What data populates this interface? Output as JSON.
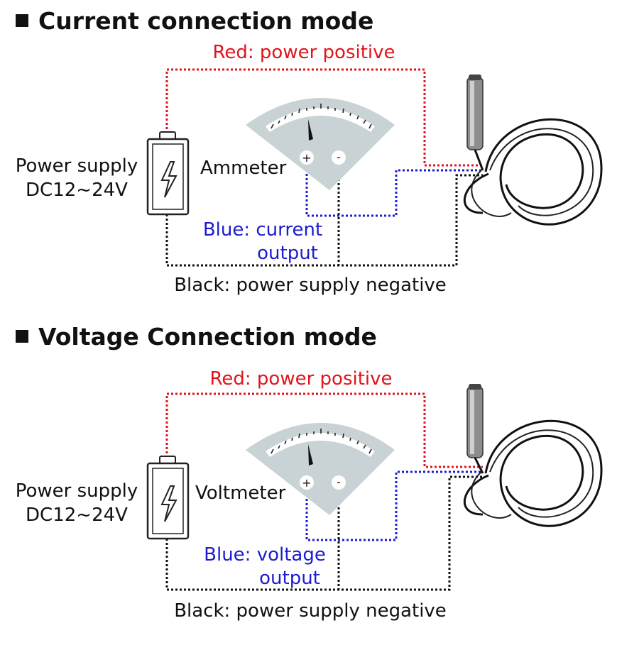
{
  "sections": [
    {
      "title": "Current connection mode",
      "red_label": "Red: power positive",
      "supply_line1": "Power supply",
      "supply_line2": "DC12~24V",
      "meter_label": "Ammeter",
      "plus_sign": "+",
      "minus_sign": "-",
      "blue_line1": "Blue: current",
      "blue_line2": "output",
      "black_label": "Black: power supply negative"
    },
    {
      "title": "Voltage Connection mode",
      "red_label": "Red: power positive",
      "supply_line1": "Power supply",
      "supply_line2": "DC12~24V",
      "meter_label": "Voltmeter",
      "plus_sign": "+",
      "minus_sign": "-",
      "blue_line1": "Blue: voltage",
      "blue_line2": "output",
      "black_label": "Black: power supply negative"
    }
  ],
  "colors": {
    "red_wire": "#e0141c",
    "blue_wire": "#1c1ccf",
    "black_wire": "#111111",
    "meter_body": "#c9d2d4"
  }
}
